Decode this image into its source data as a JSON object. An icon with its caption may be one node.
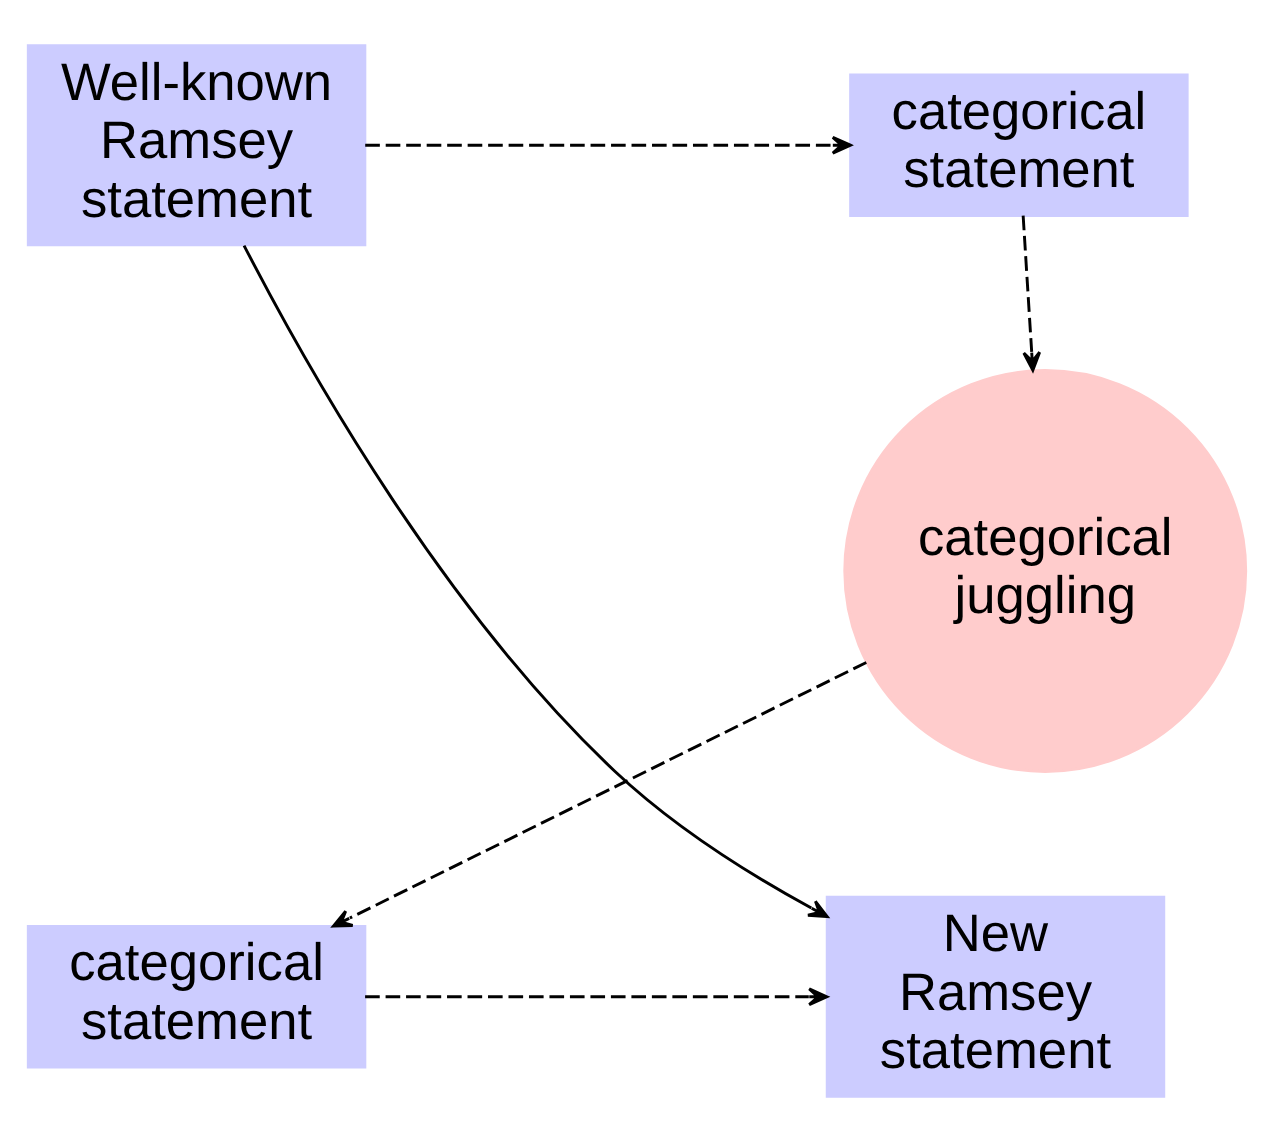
{
  "diagram": {
    "nodes": [
      {
        "text": [
          "Well-known Ramsey statement"
        ]
      },
      {
        "text": [
          "categorical statement"
        ]
      },
      {
        "text": [
          "categorical juggling"
        ]
      },
      {
        "text": [
          "categorical statement"
        ]
      },
      {
        "text": [
          "New Ramsey statement"
        ]
      }
    ],
    "edges": [
      {
        "from": 0,
        "to": 1,
        "arrow": "to",
        "style": "dashed"
      },
      {
        "from": 1,
        "to": 2,
        "arrow": "to",
        "style": "dashed"
      },
      {
        "from": 2,
        "to": 3,
        "arrow": "to",
        "style": "dashed"
      },
      {
        "from": 3,
        "to": 4,
        "arrow": "to",
        "style": "dashed"
      },
      {
        "from": 0,
        "to": 4,
        "arrow": "to"
      }
    ]
  }
}
